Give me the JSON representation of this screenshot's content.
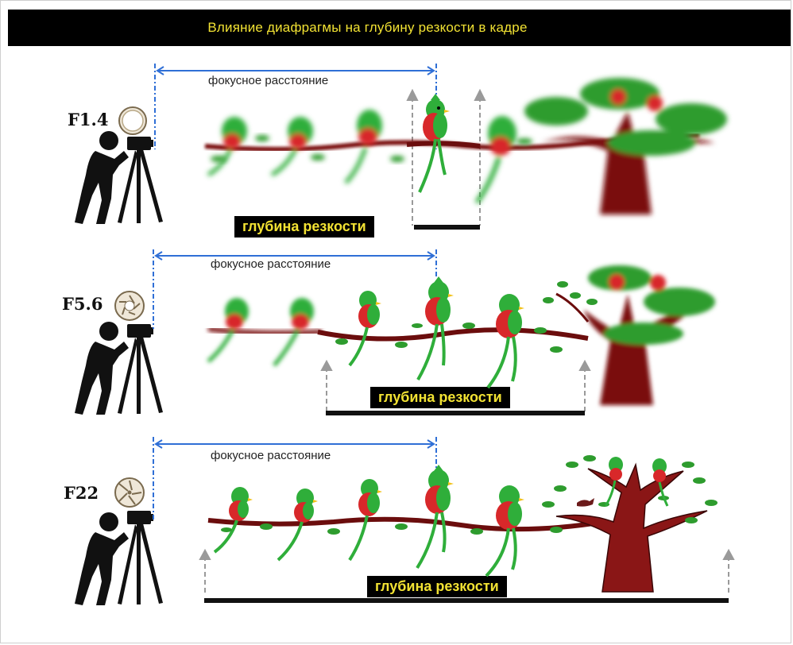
{
  "header": {
    "title": "Влияние диафрагмы на глубину резкости в кадре"
  },
  "panels": [
    {
      "f_number": "F1.4",
      "focal_label": "фокусное расстояние",
      "dof_label": "глубина резкости"
    },
    {
      "f_number": "F5.6",
      "focal_label": "фокусное расстояние",
      "dof_label": "глубина резкости"
    },
    {
      "f_number": "F22",
      "focal_label": "фокусное расстояние",
      "dof_label": "глубина резкости"
    }
  ],
  "colors": {
    "title_bg": "#000000",
    "title_text": "#f2e233",
    "focus_line": "#2f6fd6",
    "branch": "#8a1616",
    "leaf": "#2e9c2e",
    "bird_green": "#2fae3a",
    "bird_red": "#d8282a",
    "arrow_gray": "#9a9a9a"
  },
  "icons": [
    "photographer-icon",
    "aperture-icon",
    "quetzal-bird-icon",
    "tree-icon"
  ]
}
